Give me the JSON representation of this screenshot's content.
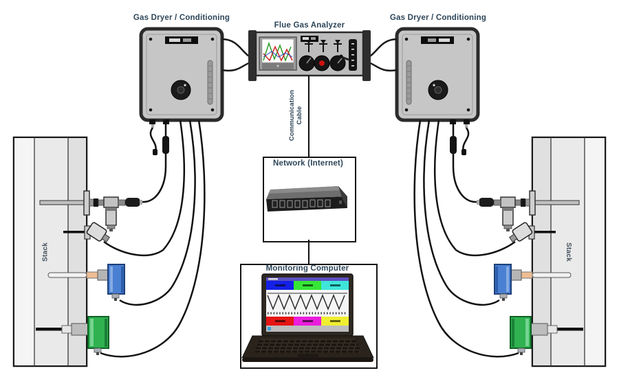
{
  "labels": {
    "dryer_left": "Gas Dryer / Conditioning",
    "dryer_right": "Gas Dryer / Conditioning",
    "analyzer": "Flue Gas Analyzer",
    "comm_cable": "Communication Cable",
    "network": "Network (Internet)",
    "computer": "Monitoring Computer",
    "stack_left": "Stack",
    "stack_right": "Stack"
  },
  "colors": {
    "label_text": "#2d4558",
    "blue_sensor": "#4a80d2",
    "green_sensor": "#2fb24f",
    "dryer_body": "#c6c6c6",
    "analyzer_body": "#bcbcbc",
    "cable": "#111111"
  }
}
